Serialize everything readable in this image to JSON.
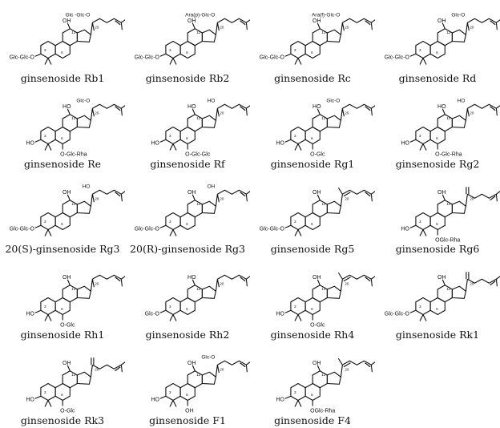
{
  "compounds": [
    {
      "name": "ginsenoside Rb1",
      "c20": "Glc -Glc-O",
      "c12": "OH",
      "c3": "Glc-Glc-O",
      "c6": "",
      "sidechain": "saturated"
    },
    {
      "name": "ginsenoside Rb2",
      "c20": "Ara(p)-Glc-O",
      "c12": "OH",
      "c3": "Glc-Glc-O",
      "c6": "",
      "sidechain": "saturated"
    },
    {
      "name": "ginsenoside Rc",
      "c20": "Ara(f)-Glc-O",
      "c12": "OH",
      "c3": "Glc-Glc-O",
      "c6": "",
      "sidechain": "saturated"
    },
    {
      "name": "ginsenoside Rd",
      "c20": "Glc-O",
      "c12": "OH",
      "c3": "Glc-Glc-O",
      "c6": "",
      "sidechain": "saturated"
    },
    {
      "name": "ginsenoside Re",
      "c20": "Glc-O",
      "c12": "HO",
      "c3": "HO",
      "c6": "O-Glc-Rha",
      "sidechain": "saturated"
    },
    {
      "name": "ginsenoside Rf",
      "c20": "HO",
      "c12": "HO",
      "c3": "HO",
      "c6": "O-Glc-Glc",
      "sidechain": "saturated"
    },
    {
      "name": "ginsenoside Rg1",
      "c20": "Glc-O",
      "c12": "HO",
      "c3": "HO",
      "c6": "O-Glc",
      "sidechain": "saturated"
    },
    {
      "name": "ginsenoside Rg2",
      "c20": "HO",
      "c12": "HO",
      "c3": "HO",
      "c6": "O-Glc-Rha",
      "sidechain": "saturated"
    },
    {
      "name": "20(S)-ginsenoside Rg3",
      "c20": "HO",
      "c12": "OH",
      "c3": "Glc-Glc-O",
      "c6": "",
      "sidechain": "saturated"
    },
    {
      "name": "20(R)-ginsenoside Rg3",
      "c20": "OH",
      "c12": "OH",
      "c3": "Glc-Glc-O",
      "c6": "",
      "sidechain": "saturated"
    },
    {
      "name": "ginsenoside Rg5",
      "c20": "",
      "c12": "OH",
      "c3": "Glc-Glc-O",
      "c6": "",
      "sidechain": "delta20"
    },
    {
      "name": "ginsenoside Rg6",
      "c20": "",
      "c12": "OH",
      "c3": "HO",
      "c6": "OGlc-Rha",
      "sidechain": "exo"
    },
    {
      "name": "ginsenoside Rh1",
      "c20": "",
      "c12": "OH",
      "c3": "HO",
      "c6": "O-Glc",
      "sidechain": "saturated"
    },
    {
      "name": "ginsenoside Rh2",
      "c20": "",
      "c12": "HO",
      "c3": "Glc-O",
      "c6": "",
      "sidechain": "saturated"
    },
    {
      "name": "ginsenoside Rh4",
      "c20": "",
      "c12": "OH",
      "c3": "HO",
      "c6": "O-Glc",
      "sidechain": "delta20"
    },
    {
      "name": "ginsenoside Rk1",
      "c20": "",
      "c12": "OH",
      "c3": "Glc-Glc-O",
      "c6": "",
      "sidechain": "exo"
    },
    {
      "name": "ginsenoside Rk3",
      "c20": "",
      "c12": "OH",
      "c3": "HO",
      "c6": "O-Glc",
      "sidechain": "exo"
    },
    {
      "name": "ginsenoside F1",
      "c20": "Glc-O",
      "c12": "OH",
      "c3": "HO",
      "c6": "OH",
      "sidechain": "saturated"
    },
    {
      "name": "ginsenoside F4",
      "c20": "",
      "c12": "OH",
      "c3": "HO",
      "c6": "OGlc-Rha",
      "sidechain": "delta20"
    }
  ],
  "atom_numbers": {
    "n3": "3",
    "n6": "6",
    "n12": "12",
    "n20": "20"
  }
}
